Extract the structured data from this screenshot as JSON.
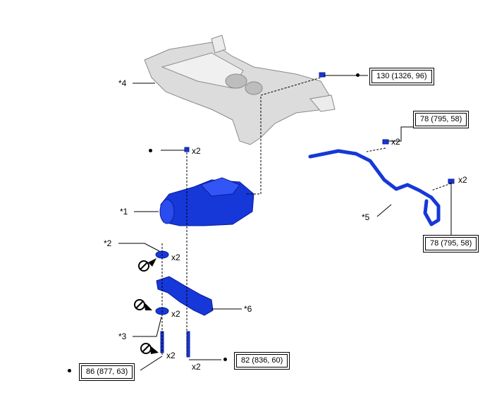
{
  "callouts": {
    "subframe": "*4",
    "motor": "*1",
    "bracket_upper": "*2",
    "bracket_lower": "*3",
    "stabilizer": "*5",
    "mount_arm": "*6"
  },
  "quantities": {
    "subframe_bolt": "x2",
    "stabilizer_bolt_upper": "x2",
    "stabilizer_bolt_lower": "x2",
    "cushion_upper": "x2",
    "cushion_lower": "x2",
    "front_bolt": "x2",
    "rear_bolt": "x2"
  },
  "torque": {
    "t130": "130 (1326, 96)",
    "t78_upper": "78 (795, 58)",
    "t78_lower": "78 (795, 58)",
    "t82": "82 (836, 60)",
    "t86": "86 (877, 63)"
  },
  "colors": {
    "part_blue": "#1638d8",
    "part_blue_dark": "#0b1e9a",
    "frame_gray": "#d9d9d9"
  }
}
